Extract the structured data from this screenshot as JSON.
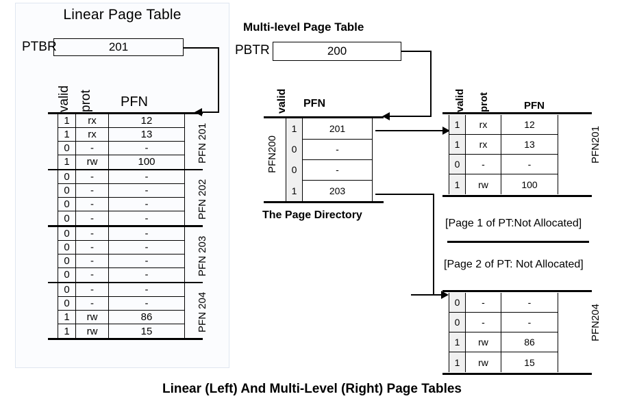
{
  "figure": {
    "caption": "Linear (Left) And Multi-Level (Right) Page Tables"
  },
  "left": {
    "title": "Linear Page Table",
    "base_register": {
      "label": "PTBR",
      "value": "201"
    },
    "headers": {
      "valid": "valid",
      "prot": "prot",
      "pfn": "PFN"
    },
    "groups": [
      {
        "label": "PFN 201",
        "rows": [
          {
            "valid": "1",
            "prot": "rx",
            "pfn": "12"
          },
          {
            "valid": "1",
            "prot": "rx",
            "pfn": "13"
          },
          {
            "valid": "0",
            "prot": "-",
            "pfn": "-"
          },
          {
            "valid": "1",
            "prot": "rw",
            "pfn": "100"
          }
        ]
      },
      {
        "label": "PFN 202",
        "rows": [
          {
            "valid": "0",
            "prot": "-",
            "pfn": "-"
          },
          {
            "valid": "0",
            "prot": "-",
            "pfn": "-"
          },
          {
            "valid": "0",
            "prot": "-",
            "pfn": "-"
          },
          {
            "valid": "0",
            "prot": "-",
            "pfn": "-"
          }
        ]
      },
      {
        "label": "PFN 203",
        "rows": [
          {
            "valid": "0",
            "prot": "-",
            "pfn": "-"
          },
          {
            "valid": "0",
            "prot": "-",
            "pfn": "-"
          },
          {
            "valid": "0",
            "prot": "-",
            "pfn": "-"
          },
          {
            "valid": "0",
            "prot": "-",
            "pfn": "-"
          }
        ]
      },
      {
        "label": "PFN 204",
        "rows": [
          {
            "valid": "0",
            "prot": "-",
            "pfn": "-"
          },
          {
            "valid": "0",
            "prot": "-",
            "pfn": "-"
          },
          {
            "valid": "1",
            "prot": "rw",
            "pfn": "86"
          },
          {
            "valid": "1",
            "prot": "rw",
            "pfn": "15"
          }
        ]
      }
    ]
  },
  "right": {
    "title": "Multi-level Page Table",
    "base_register": {
      "label": "PBTR",
      "value": "200"
    },
    "page_directory": {
      "caption": "The Page Directory",
      "side_label": "PFN200",
      "headers": {
        "valid": "valid",
        "pfn": "PFN"
      },
      "rows": [
        {
          "valid": "1",
          "pfn": "201"
        },
        {
          "valid": "0",
          "pfn": "-"
        },
        {
          "valid": "0",
          "pfn": "-"
        },
        {
          "valid": "1",
          "pfn": "203"
        }
      ]
    },
    "page_tables": [
      {
        "side_label": "PFN201",
        "headers": {
          "valid": "valid",
          "prot": "prot",
          "pfn": "PFN"
        },
        "rows": [
          {
            "valid": "1",
            "prot": "rx",
            "pfn": "12"
          },
          {
            "valid": "1",
            "prot": "rx",
            "pfn": "13"
          },
          {
            "valid": "0",
            "prot": "-",
            "pfn": "-"
          },
          {
            "valid": "1",
            "prot": "rw",
            "pfn": "100"
          }
        ]
      },
      {
        "side_label": "PFN204",
        "headers": {
          "valid": "valid",
          "prot": "prot",
          "pfn": "PFN"
        },
        "rows": [
          {
            "valid": "0",
            "prot": "-",
            "pfn": "-"
          },
          {
            "valid": "0",
            "prot": "-",
            "pfn": "-"
          },
          {
            "valid": "1",
            "prot": "rw",
            "pfn": "86"
          },
          {
            "valid": "1",
            "prot": "rw",
            "pfn": "15"
          }
        ]
      }
    ],
    "not_allocated": [
      "[Page 1 of PT:Not Allocated]",
      "[Page 2 of PT: Not Allocated]"
    ]
  },
  "colors": {
    "panel_background": "#fbfcfe",
    "panel_border": "#dfe6f0",
    "valid_cell_fill": "#f0f0f0",
    "line": "#000000"
  }
}
